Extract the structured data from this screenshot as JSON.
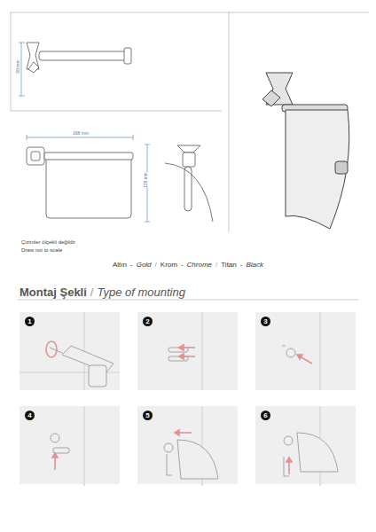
{
  "diagram": {
    "nodes": [
      {
        "text": [
          "1"
        ]
      },
      {
        "text": [
          "2"
        ]
      },
      {
        "text": [
          "3"
        ]
      },
      {
        "text": [
          "4"
        ]
      },
      {
        "text": [
          "5"
        ]
      },
      {
        "text": [
          "6"
        ]
      }
    ],
    "labels": [
      "88 mm",
      "168 mm",
      "128 mm",
      "Çizimler ölçekli değildir",
      "Draw not to scale",
      "Altın",
      "-",
      "Gold",
      "/",
      "Krom",
      "-",
      "Chrome",
      "/",
      "Titan",
      "-",
      "Black",
      "Montaj Şekli",
      "/",
      "Type of mounting"
    ]
  }
}
